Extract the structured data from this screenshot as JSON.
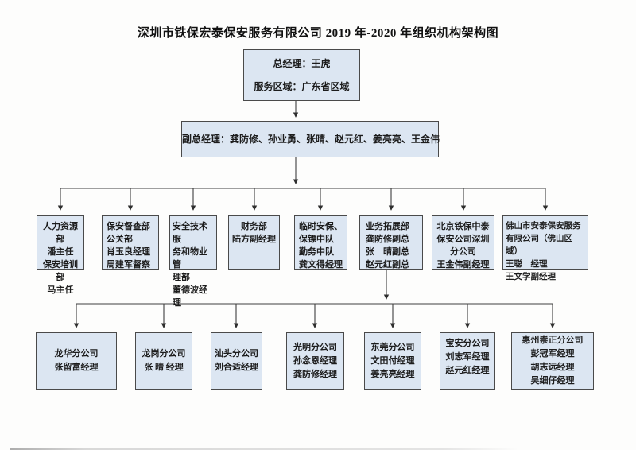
{
  "title": "深圳市铁保宏泰保安服务有限公司 2019 年-2020 年组织机构架构图",
  "top_box": {
    "lines": [
      "总经理：王虎",
      "服务区域：广东省区域"
    ]
  },
  "deputy_box": {
    "text": "副总经理：龚防修、孙业勇、张晴、赵元红、姜亮亮、王金伟"
  },
  "departments": [
    {
      "lines": [
        "人力资源部",
        "潘主任",
        "保安培训部",
        "马主任"
      ]
    },
    {
      "lines": [
        "保安督查部",
        "公关部",
        "肖玉良经理",
        "周建军督察"
      ]
    },
    {
      "lines": [
        "安全技术服",
        "务和物业管",
        "理部",
        "董德波经理"
      ]
    },
    {
      "lines": [
        "财务部",
        "陆方副经理"
      ]
    },
    {
      "lines": [
        "临时安保、",
        "保镖中队",
        "勤务中队",
        "龚文得经理"
      ]
    },
    {
      "lines": [
        "业务拓展部",
        "龚防修副总",
        "张　晴副总",
        "赵元红副总"
      ]
    },
    {
      "lines": [
        "北京铁保中泰",
        "保安公司深圳",
        "分公司",
        "王金伟副经理"
      ]
    },
    {
      "lines": [
        "佛山市安泰保安服务",
        "有限公司（佛山区域）",
        "王聪　经理",
        "王文学副经理"
      ]
    }
  ],
  "branches": [
    {
      "lines": [
        "龙华分公司",
        "张留富经理"
      ]
    },
    {
      "lines": [
        "龙岗分公司",
        "张 晴 经理"
      ]
    },
    {
      "lines": [
        "汕头分公司",
        "刘合适经理"
      ]
    },
    {
      "lines": [
        "光明分公司",
        "孙念恩经理",
        "龚防修经理"
      ]
    },
    {
      "lines": [
        "东莞分公司",
        "文田付经理",
        "姜亮亮经理"
      ]
    },
    {
      "lines": [
        "宝安分公司",
        "刘志军经理",
        "赵元红经理"
      ]
    },
    {
      "lines": [
        "惠州崇正分公司",
        "彭冠军经理",
        "胡志远经理",
        "吴细仔经理"
      ]
    }
  ],
  "colors": {
    "box_fill": "#dce6f2",
    "box_border": "#4a4a4a",
    "connector_line": "#3f3f3f",
    "text": "#1c1c1c"
  }
}
